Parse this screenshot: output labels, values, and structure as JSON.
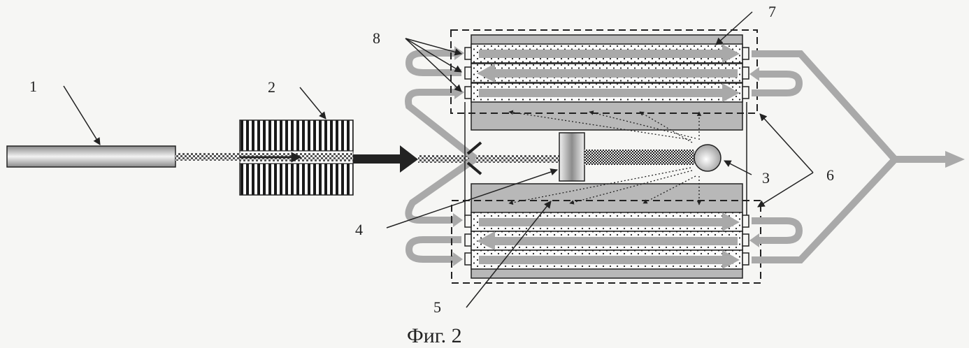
{
  "figure": {
    "caption": "Фиг. 2",
    "labels": {
      "l1": "1",
      "l2": "2",
      "l3": "3",
      "l4": "4",
      "l5": "5",
      "l6": "6",
      "l7": "7",
      "l8": "8"
    },
    "colors": {
      "background": "#f6f6f4",
      "stroke": "#222222",
      "flow_gray": "#a9a9a9",
      "block_gray": "#b8b8b8",
      "beam_dark": "#333333"
    }
  }
}
